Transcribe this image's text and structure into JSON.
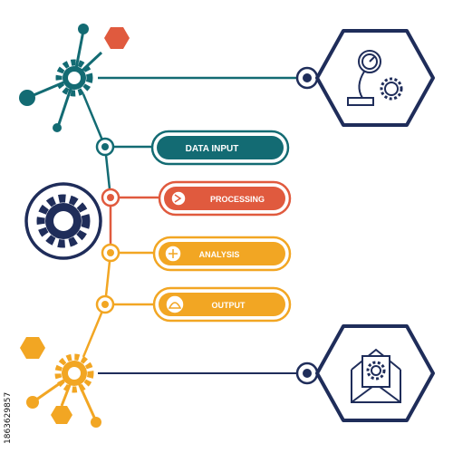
{
  "steps": [
    {
      "label": "DATA INPUT",
      "color": "#136b73"
    },
    {
      "label": "PROCESSING",
      "color": "#e05a3e"
    },
    {
      "label": "ANALYSIS",
      "color": "#f2a623"
    },
    {
      "label": "OUTPUT",
      "color": "#f2a623"
    }
  ],
  "colors": {
    "navy": "#1f2d5a",
    "teal": "#136b73",
    "orange_red": "#e05a3e",
    "amber": "#f2a623"
  },
  "icons": {
    "top_hexagon": "gauge-with-gear-icon",
    "bottom_hexagon": "envelope-with-gear-icon",
    "center": "large-gear-icon"
  },
  "watermark_id": "1863629857"
}
